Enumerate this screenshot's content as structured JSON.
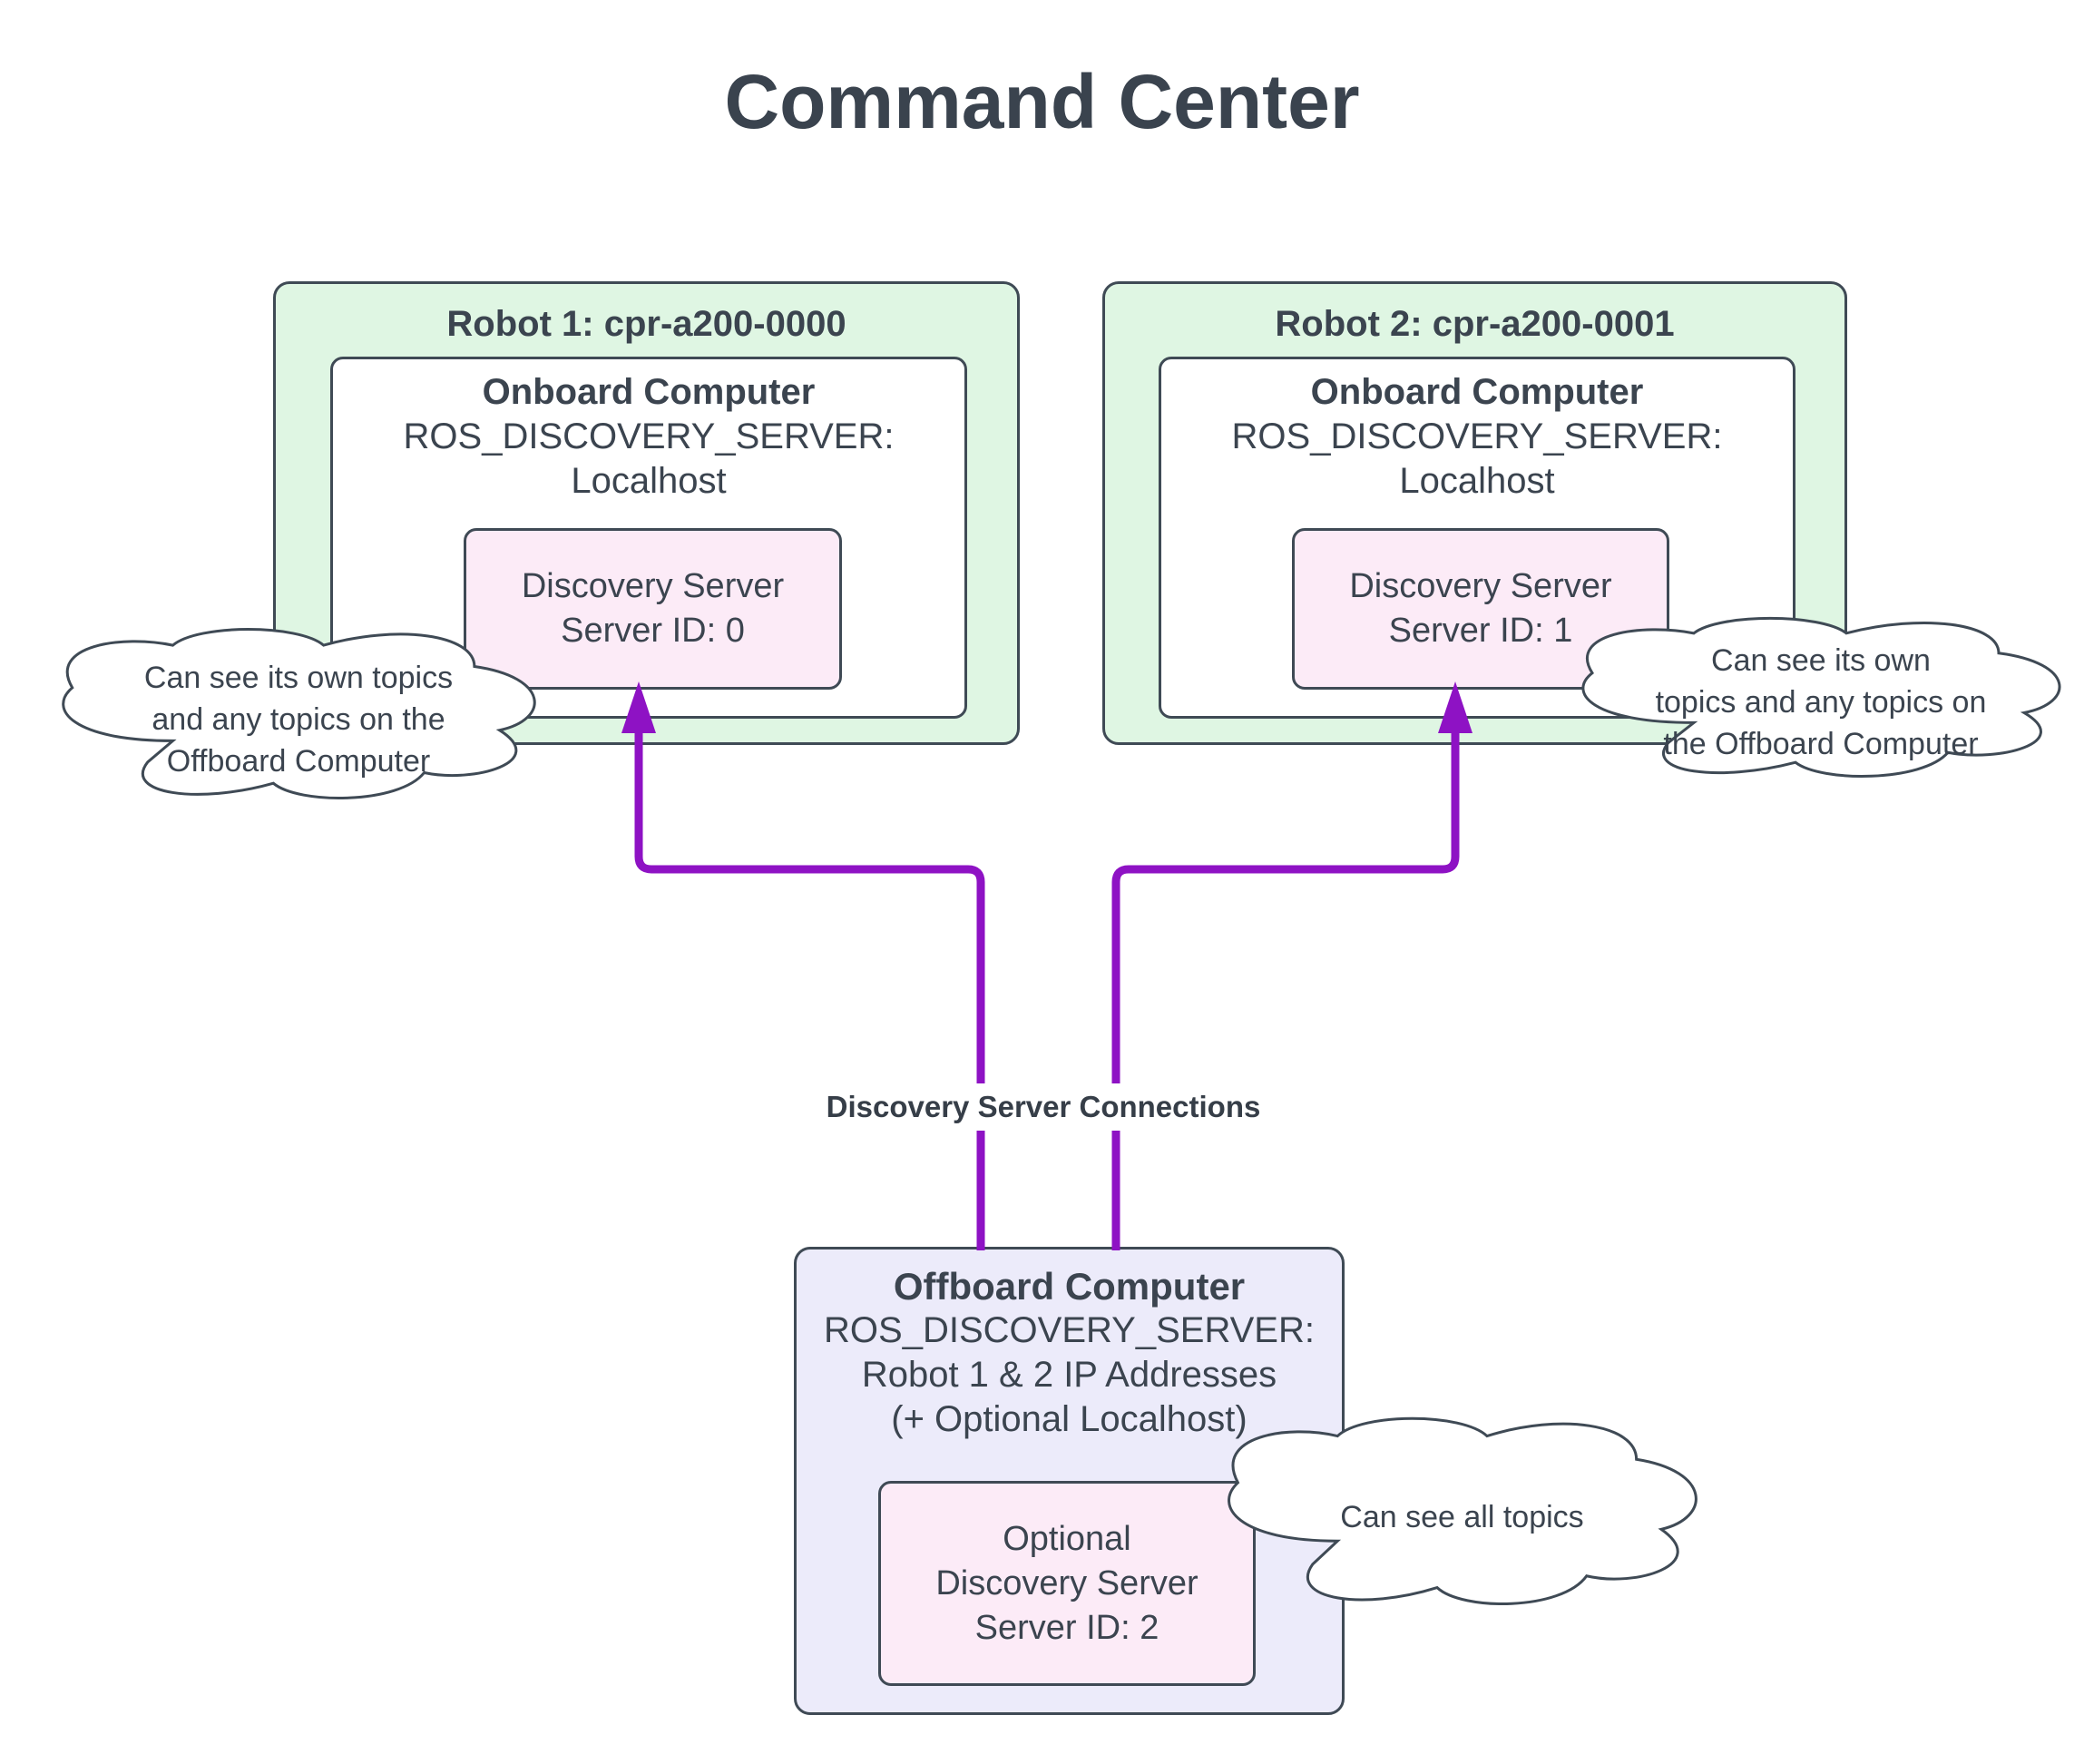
{
  "title": "Command Center",
  "robots": [
    {
      "title": "Robot 1: cpr-a200-0000",
      "computer_title": "Onboard Computer",
      "env_line1": "ROS_DISCOVERY_SERVER:",
      "env_line2": "Localhost",
      "server_line1": "Discovery Server",
      "server_line2": "Server ID: 0"
    },
    {
      "title": "Robot 2: cpr-a200-0001",
      "computer_title": "Onboard Computer",
      "env_line1": "ROS_DISCOVERY_SERVER:",
      "env_line2": "Localhost",
      "server_line1": "Discovery Server",
      "server_line2": "Server ID: 1"
    }
  ],
  "offboard": {
    "title": "Offboard Computer",
    "env_line1": "ROS_DISCOVERY_SERVER:",
    "env_line2": "Robot 1 & 2 IP Addresses",
    "env_line3": "(+ Optional Localhost)",
    "server_line1": "Optional",
    "server_line2": "Discovery Server",
    "server_line3": "Server ID: 2"
  },
  "clouds": {
    "left": [
      "Can see its own topics",
      "and any topics on the",
      "Offboard Computer"
    ],
    "right": [
      "Can see its own",
      "topics and any topics on",
      "the Offboard Computer"
    ],
    "bottom": [
      "Can see all topics"
    ]
  },
  "connection_label": "Discovery Server Connections",
  "colors": {
    "text": "#3b444f",
    "border": "#3f4a55",
    "robot_fill": "#dff6e3",
    "onboard_fill": "#ffffff",
    "discovery_fill": "#fcebf7",
    "offboard_fill": "#ecebfa",
    "arrow": "#8e12c4",
    "background": "#ffffff"
  }
}
